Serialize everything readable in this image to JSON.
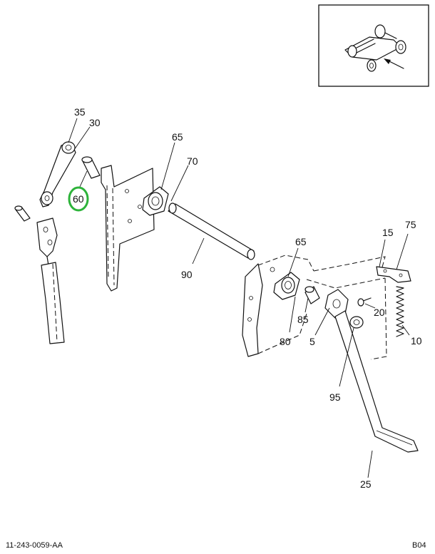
{
  "callouts": {
    "c35": "35",
    "c30": "30",
    "c60": "60",
    "c65a": "65",
    "c70": "70",
    "c90": "90",
    "c65b": "65",
    "c15": "15",
    "c75": "75",
    "c85": "85",
    "c80": "80",
    "c5": "5",
    "c20": "20",
    "c10": "10",
    "c95": "95",
    "c25": "25"
  },
  "highlight": {
    "callout": "60",
    "color": "#2db33a"
  },
  "footer": {
    "drawing_number": "11-243-0059-AA",
    "sheet_code": "B04"
  }
}
